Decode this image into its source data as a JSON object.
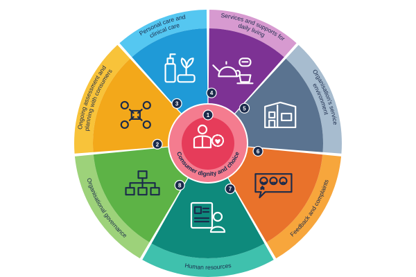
{
  "center": {
    "number": "1",
    "label": "Consumer dignity and choice",
    "colors": {
      "outer": "#f47c8f",
      "inner": "#e63c5a"
    },
    "icon": "person-with-heart-gear-icon"
  },
  "segments": [
    {
      "number": "2",
      "label": [
        "Ongoing assessment and",
        "planning with consumers"
      ],
      "outer": "#f8c33a",
      "inner": "#f3a81a",
      "icon": "people-network-icon"
    },
    {
      "number": "3",
      "label": [
        "Personal care and",
        "clinical care"
      ],
      "outer": "#55c7f1",
      "inner": "#1f9ad7",
      "icon": "medicine-bottle-plant-icon"
    },
    {
      "number": "4",
      "label": [
        "Services and supports for",
        "daily living"
      ],
      "outer": "#d79ad0",
      "inner": "#7d3294",
      "icon": "teapot-cup-icon"
    },
    {
      "number": "5",
      "label": [
        "Organisation's service",
        "environment"
      ],
      "outer": "#a7bccf",
      "inner": "#5a7390",
      "icon": "building-icon"
    },
    {
      "number": "6",
      "label": [
        "Feedback and complaints"
      ],
      "outer": "#f7a63c",
      "inner": "#e9722b",
      "icon": "rating-faces-icon"
    },
    {
      "number": "7",
      "label": [
        "Human resources"
      ],
      "outer": "#3fc1ad",
      "inner": "#0e8a7c",
      "icon": "resume-person-icon"
    },
    {
      "number": "8",
      "label": [
        "Organisational governance"
      ],
      "outer": "#9dd27a",
      "inner": "#5db346",
      "icon": "org-chart-icon"
    }
  ]
}
